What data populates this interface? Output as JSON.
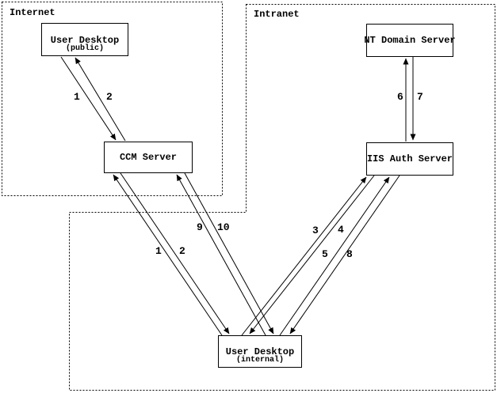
{
  "zones": {
    "internet": {
      "label": "Internet"
    },
    "intranet": {
      "label": "Intranet"
    }
  },
  "nodes": {
    "user_desktop_public": {
      "title": "User Desktop",
      "subtitle": "(public)"
    },
    "ccm_server": {
      "title": "CCM Server"
    },
    "nt_domain_server": {
      "title": "NT Domain Server"
    },
    "iis_auth_server": {
      "title": "IIS Auth Server"
    },
    "user_desktop_internal": {
      "title": "User Desktop",
      "subtitle": "(internal)"
    }
  },
  "edges": {
    "public_to_ccm": {
      "label": "1",
      "from": "user_desktop_public",
      "to": "ccm_server"
    },
    "ccm_to_public": {
      "label": "2",
      "from": "ccm_server",
      "to": "user_desktop_public"
    },
    "internal_to_ccm": {
      "label": "1",
      "from": "user_desktop_internal",
      "to": "ccm_server"
    },
    "ccm_to_internal": {
      "label": "2",
      "from": "ccm_server",
      "to": "user_desktop_internal"
    },
    "internal_to_iis_a": {
      "label": "3",
      "from": "user_desktop_internal",
      "to": "iis_auth_server"
    },
    "iis_to_internal_a": {
      "label": "4",
      "from": "iis_auth_server",
      "to": "user_desktop_internal"
    },
    "internal_to_iis_b": {
      "label": "5",
      "from": "user_desktop_internal",
      "to": "iis_auth_server"
    },
    "iis_to_nt": {
      "label": "6",
      "from": "iis_auth_server",
      "to": "nt_domain_server"
    },
    "nt_to_iis": {
      "label": "7",
      "from": "nt_domain_server",
      "to": "iis_auth_server"
    },
    "iis_to_internal_b": {
      "label": "8",
      "from": "iis_auth_server",
      "to": "user_desktop_internal"
    },
    "internal_to_ccm_b": {
      "label": "9",
      "from": "user_desktop_internal",
      "to": "ccm_server"
    },
    "ccm_to_internal_b": {
      "label": "10",
      "from": "ccm_server",
      "to": "user_desktop_internal"
    }
  },
  "colors": {
    "line": "#000000",
    "background": "#ffffff",
    "text": "#000000"
  }
}
